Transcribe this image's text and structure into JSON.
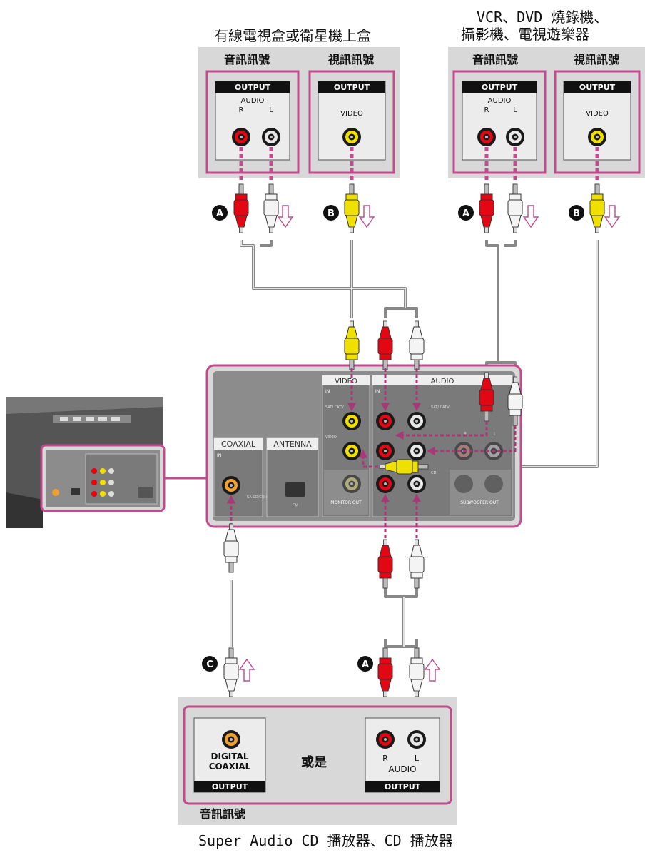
{
  "titles": {
    "top_left": "有線電視盒或衛星機上盒",
    "top_right_line1": "VCR、DVD 燒錄機、",
    "top_right_line2": "攝影機、電視遊樂器",
    "bottom": "Super Audio CD 播放器、CD 播放器"
  },
  "devices": {
    "cable_box": {
      "audio_header": "音訊訊號",
      "video_header": "視訊訊號",
      "output_label": "OUTPUT",
      "audio_label": "AUDIO",
      "r_label": "R",
      "l_label": "L",
      "video_label": "VIDEO"
    },
    "vcr": {
      "audio_header": "音訊訊號",
      "video_header": "視訊訊號",
      "output_label": "OUTPUT",
      "audio_label": "AUDIO",
      "r_label": "R",
      "l_label": "L",
      "video_label": "VIDEO"
    },
    "cd_player": {
      "digital_label": "DIGITAL",
      "coaxial_label": "COAXIAL",
      "output_label": "OUTPUT",
      "or_text": "或是",
      "r_label": "R",
      "l_label": "L",
      "audio_label": "AUDIO",
      "footer_label": "音訊訊號"
    }
  },
  "receiver": {
    "coaxial_label": "COAXIAL",
    "antenna_label": "ANTENNA",
    "video_label": "VIDEO",
    "audio_label": "AUDIO",
    "in_label": "IN",
    "sat_label": "SAT/\nCATV",
    "video_in_label": "VIDEO",
    "monitor_out_label": "MONITOR\nOUT",
    "subwoofer_out_label": "SUBWOOFER\nOUT",
    "fm_label": "FM",
    "cd_label": "CD",
    "r_label": "R",
    "l_label": "L",
    "coax_sub_label": "SA-CD/CD\n(ASSIGNABLE)"
  },
  "cable_markers": [
    "A",
    "B",
    "C"
  ],
  "colors": {
    "accent_pink": "#c14b8c",
    "red_plug": "#e30613",
    "yellow_plug": "#f0e000",
    "white_plug": "#f4f4f4",
    "panel_gray": "#8c8c8c",
    "device_bg": "#d8d8d8",
    "label_black": "#111111"
  }
}
